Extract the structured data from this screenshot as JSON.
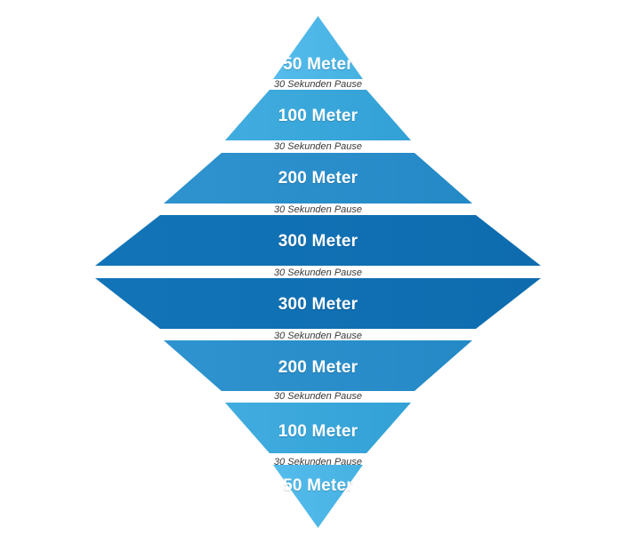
{
  "chart_data": {
    "type": "bar",
    "title": "",
    "subtitle": "",
    "xlabel": "",
    "ylabel": "",
    "orientation": "diamond-pyramid",
    "categories": [
      "50 Meter",
      "100 Meter",
      "200 Meter",
      "300 Meter",
      "300 Meter",
      "200 Meter",
      "100 Meter",
      "50 Meter"
    ],
    "values": [
      50,
      100,
      200,
      300,
      300,
      200,
      100,
      50
    ],
    "units": "Meter",
    "separator_label": "30 Sekunden Pause",
    "separator_count": 7,
    "legend": [],
    "grid": false,
    "annotations": [
      "30 Sekunden Pause",
      "30 Sekunden Pause",
      "30 Sekunden Pause",
      "30 Sekunden Pause",
      "30 Sekunden Pause",
      "30 Sekunden Pause",
      "30 Sekunden Pause"
    ]
  },
  "colors": {
    "background": "#ffffff",
    "band_50": "#4fb9e8",
    "band_100": "#3aa8dd",
    "band_200": "#2b8fcc",
    "band_300": "#1070b4",
    "label_text": "#ffffff",
    "pause_text": "#3a3a3a"
  },
  "bands": [
    {
      "label": "50 Meter",
      "value": 50,
      "color_key": "band_50"
    },
    {
      "label": "100 Meter",
      "value": 100,
      "color_key": "band_100"
    },
    {
      "label": "200 Meter",
      "value": 200,
      "color_key": "band_200"
    },
    {
      "label": "300 Meter",
      "value": 300,
      "color_key": "band_300"
    },
    {
      "label": "300 Meter",
      "value": 300,
      "color_key": "band_300"
    },
    {
      "label": "200 Meter",
      "value": 200,
      "color_key": "band_200"
    },
    {
      "label": "100 Meter",
      "value": 100,
      "color_key": "band_100"
    },
    {
      "label": "50 Meter",
      "value": 50,
      "color_key": "band_50"
    }
  ],
  "pauses": [
    {
      "label": "30 Sekunden Pause"
    },
    {
      "label": "30 Sekunden Pause"
    },
    {
      "label": "30 Sekunden Pause"
    },
    {
      "label": "30 Sekunden Pause"
    },
    {
      "label": "30 Sekunden Pause"
    },
    {
      "label": "30 Sekunden Pause"
    },
    {
      "label": "30 Sekunden Pause"
    }
  ]
}
